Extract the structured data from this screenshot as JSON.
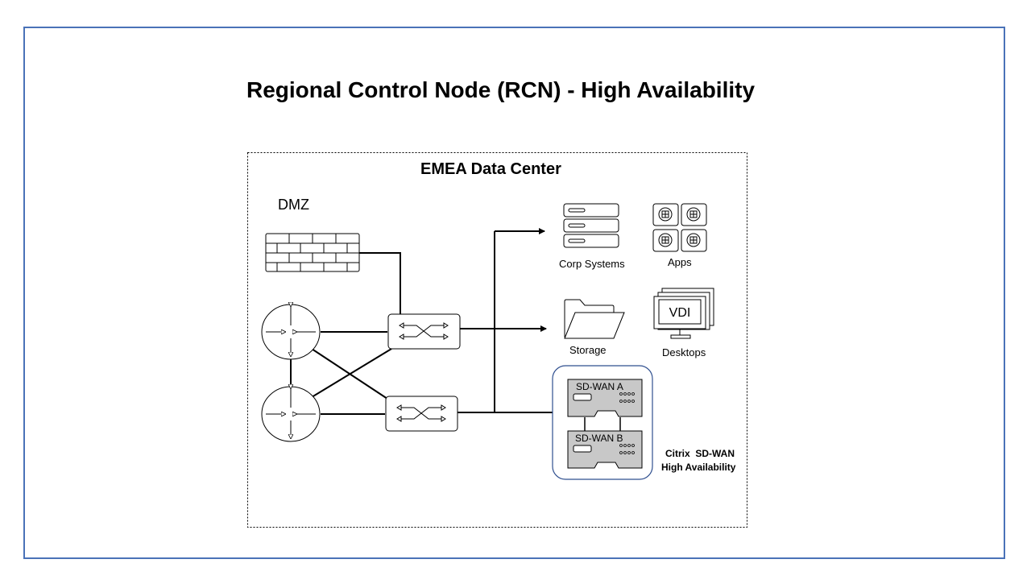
{
  "title": "Regional Control Node (RCN) - High Availability",
  "data_center_label": "EMEA Data Center",
  "dmz_label": "DMZ",
  "resources": {
    "corp_systems": "Corp Systems",
    "apps": "Apps",
    "storage": "Storage",
    "desktops": "Desktops",
    "vdi": "VDI"
  },
  "sdwan": {
    "appliance_a": "SD-WAN A",
    "appliance_b": "SD-WAN B",
    "caption_line1": "Citrix  SD-WAN",
    "caption_line2": "High Availability"
  },
  "colors": {
    "frame_border": "#4a72b8",
    "ha_group_border": "#2f4f8f",
    "appliance_fill": "#c8c8c8"
  },
  "icons": [
    "firewall-icon",
    "router-icon",
    "switch-icon",
    "server-stack-icon",
    "windows-apps-icon",
    "folder-icon",
    "vdi-monitor-icon",
    "sdwan-appliance-icon"
  ]
}
